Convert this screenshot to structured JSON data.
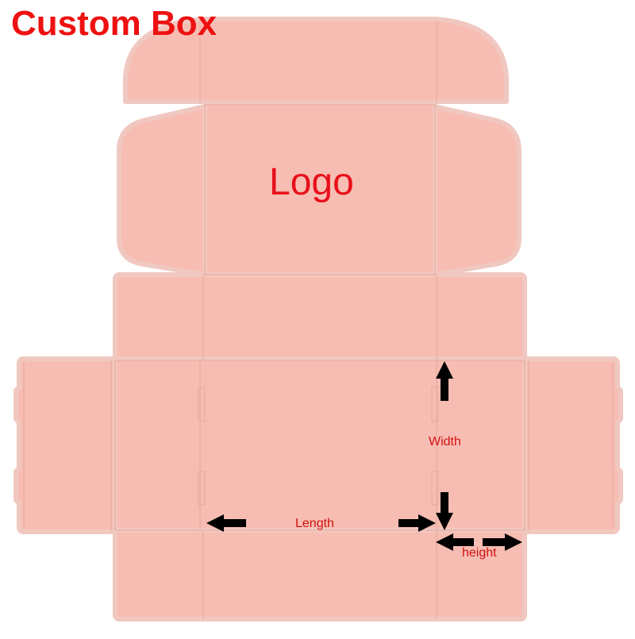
{
  "title": "Custom Box",
  "logo_text": "Logo",
  "dimensions": {
    "width": "Width",
    "length": "Length",
    "height": "height"
  },
  "colors": {
    "panel_fill": "#f7bdb2",
    "panel_outline": "#f2ccc4",
    "fold_line": "#e9aca0",
    "outer_margin": "#fbe3de",
    "title": "#ee1111",
    "label": "#d11313",
    "arrow": "#000000"
  }
}
